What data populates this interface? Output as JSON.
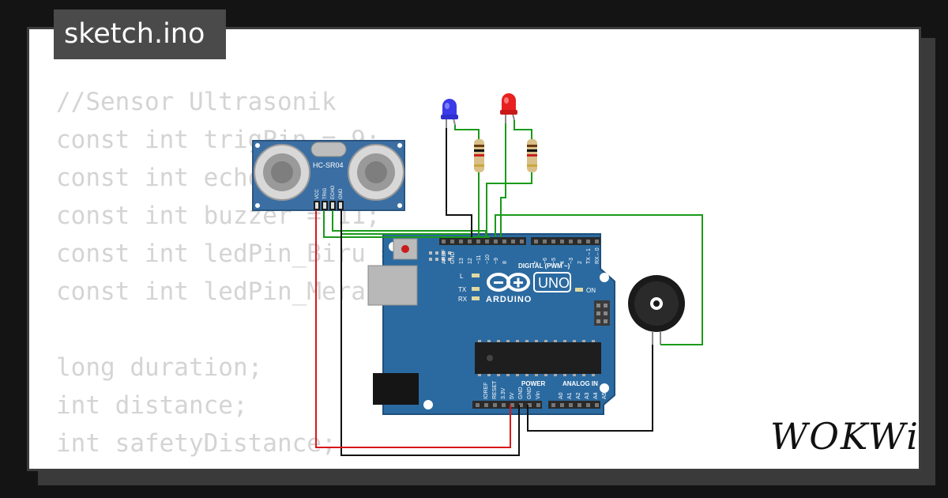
{
  "file_tab": {
    "label": "sketch.ino"
  },
  "code_lines": [
    "//Sensor Ultrasonik",
    "const int trigPin = 9;",
    "const int echoPin = 10;",
    "const int buzzer = 11;",
    "const int ledPin_Biru = 12;",
    "const int ledPin_Merah = 13;",
    "",
    "long duration;",
    "int distance;",
    "int safetyDistance;"
  ],
  "sensor": {
    "model": "HC-SR04",
    "pins": [
      "VCC",
      "TRIG",
      "ECHO",
      "GND"
    ]
  },
  "board": {
    "name": "ARDUINO",
    "model": "UNO",
    "digital_label": "DIGITAL (PWM ~)",
    "digital_pins": [
      "AREF",
      "GND",
      "13",
      "12",
      "~11",
      "~10",
      "~9",
      "8",
      "7",
      "~6",
      "~5",
      "4",
      "~3",
      "2",
      "TX→1",
      "RX←0"
    ],
    "leds": [
      "L",
      "TX",
      "RX"
    ],
    "on_label": "ON",
    "power_label": "POWER",
    "power_pins": [
      "IOREF",
      "RESET",
      "3.3V",
      "5V",
      "GND",
      "GND",
      "Vin"
    ],
    "analog_label": "ANALOG IN",
    "analog_pins": [
      "A0",
      "A1",
      "A2",
      "A3",
      "A4",
      "A5"
    ]
  },
  "leds": [
    {
      "color": "blue"
    },
    {
      "color": "red"
    }
  ],
  "colors": {
    "wire_green": "#1a9a1a",
    "wire_red": "#d81818",
    "wire_black": "#111111",
    "board_blue": "#2b6aa0"
  },
  "brand": {
    "label": "WOKWi"
  }
}
